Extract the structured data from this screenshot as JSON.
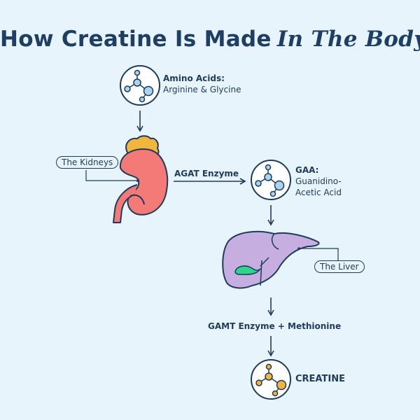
{
  "title": {
    "main": "How Creatine Is Made",
    "script": "In The Body"
  },
  "steps": {
    "amino": {
      "title": "Amino Acids:",
      "subtitle": "Arginine & Glycine"
    },
    "kidneys": {
      "label": "The Kidneys"
    },
    "agat": {
      "label": "AGAT Enzyme"
    },
    "gaa": {
      "title": "GAA:",
      "line1": "Guanidino-",
      "line2": "Acetic Acid"
    },
    "liver": {
      "label": "The Liver"
    },
    "gamt": {
      "label": "GAMT Enzyme + Methionine"
    },
    "creatine": {
      "label": "CREATINE"
    }
  },
  "colors": {
    "background": "#e7f4fc",
    "navy": "#1f3b5c",
    "molecule_blue": "#a9d4f2",
    "molecule_gold": "#f0b53c",
    "kidney": "#f37a76",
    "adrenal": "#f2b63c",
    "liver": "#c6aee0",
    "gallbladder": "#2dd68c"
  }
}
